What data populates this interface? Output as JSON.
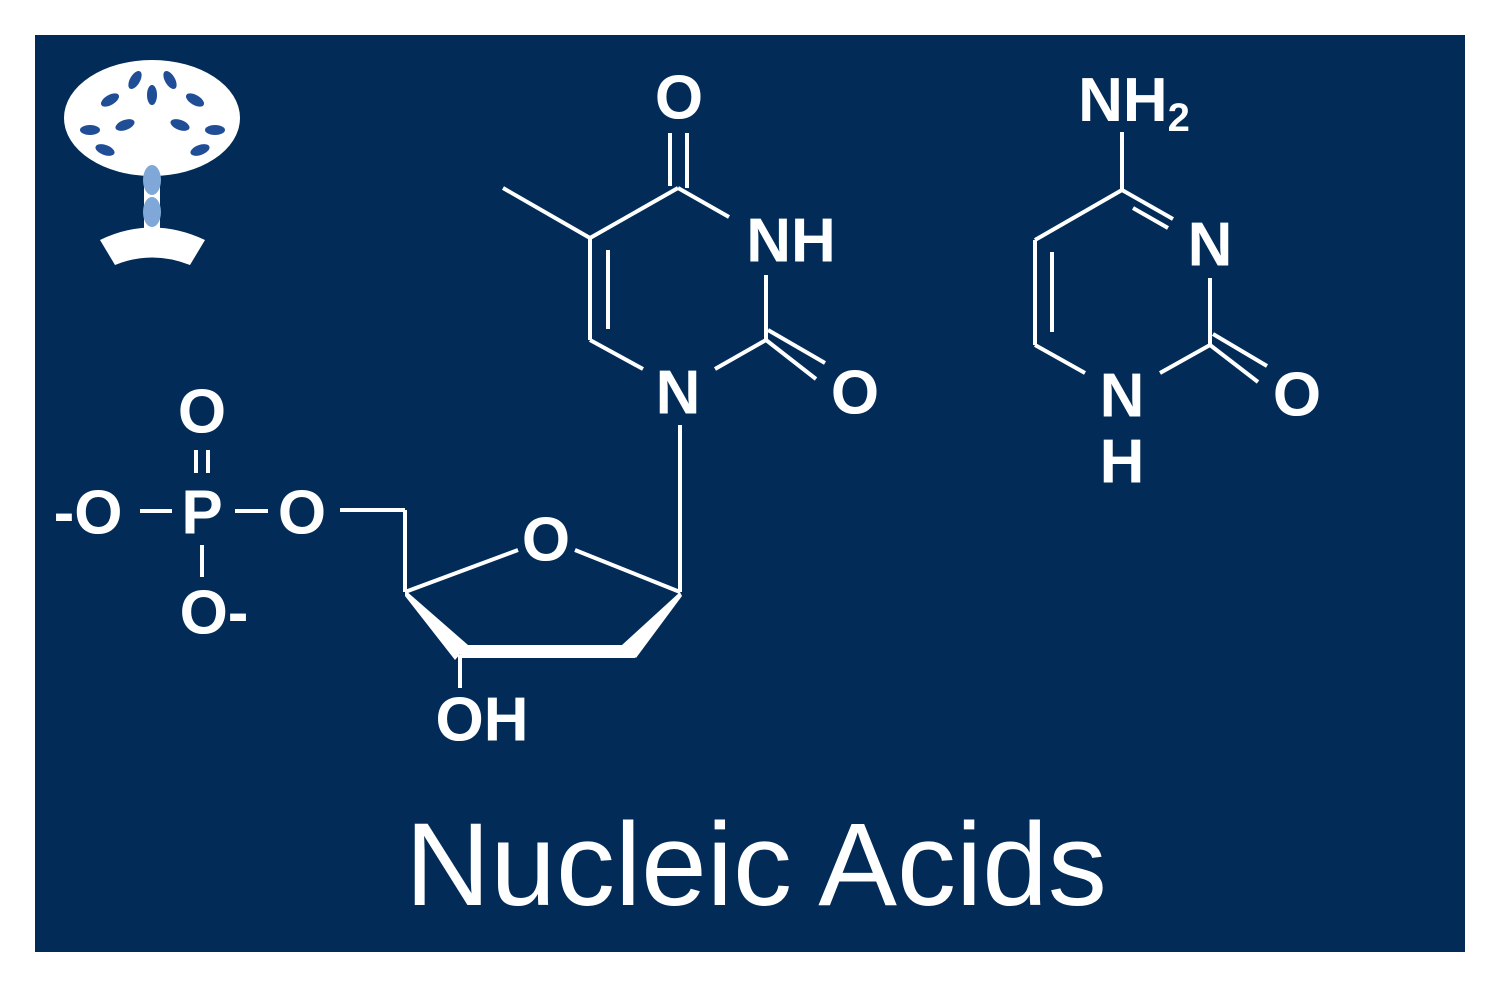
{
  "title": "Nucleic Acids",
  "colors": {
    "background": "#022c57",
    "foreground": "#ffffff",
    "frame": "#ffffff"
  },
  "logo": {
    "icon": "tree-dna-icon"
  },
  "phosphate": {
    "o_minus_left": "-O",
    "p": "P",
    "o_top": "O",
    "o_bridge": "O",
    "o_minus_bottom": "O-"
  },
  "sugar": {
    "ring_o": "O",
    "oh": "OH"
  },
  "thymine": {
    "o_top": "O",
    "nh": "NH",
    "n1": "N",
    "o_right": "O"
  },
  "cytosine": {
    "nh2": "NH",
    "nh2_sub": "2",
    "n3": "N",
    "n1": "N",
    "n1_h": "H",
    "o_right": "O"
  }
}
